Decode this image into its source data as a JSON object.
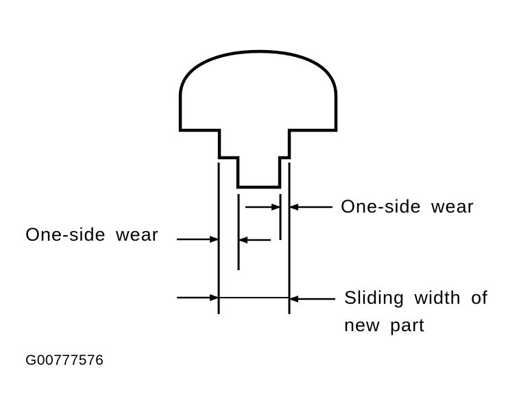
{
  "diagram": {
    "type": "technical-illustration",
    "subject": "mushroom-shaped sliding part cross-section with wear measurement dimensions",
    "stroke_color": "#000000",
    "background_color": "#ffffff"
  },
  "labels": {
    "one_side_wear_right": "One-side wear",
    "one_side_wear_left": "One-side wear",
    "sliding_width_line1": "Sliding width of",
    "sliding_width_line2": "new part"
  },
  "figure_id": "G00777576"
}
